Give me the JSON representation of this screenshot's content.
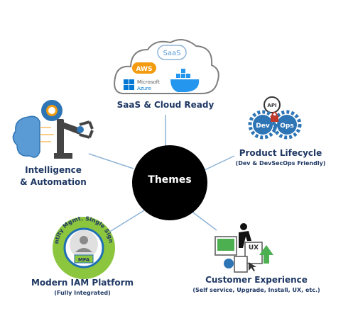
{
  "center": {
    "label": "Themes"
  },
  "themes": {
    "saas": {
      "title": "SaaS & Cloud Ready",
      "cloud": {
        "saas": "SaaS",
        "aws": "AWS",
        "azure_line1": "Microsoft",
        "azure_line2": "Azure"
      }
    },
    "product": {
      "title": "Product Lifecycle",
      "subtitle": "(Dev & DevSecOps Friendly)",
      "gears": {
        "api": "API",
        "dev": "Dev",
        "ops": "Ops"
      }
    },
    "intelligence": {
      "title_line1": "Intelligence",
      "title_line2": "& Automation"
    },
    "iam": {
      "title": "Modern IAM Platform",
      "subtitle": "(Fully Integrated)",
      "badge_arc": "Identity Mgmt. Single Sign On",
      "badge_mfa": "MFA"
    },
    "cx": {
      "title": "Customer Experience",
      "subtitle": "(Self service, Upgrade, Install, UX, etc.)",
      "ux_label": "UX"
    }
  },
  "colors": {
    "title": "#1f3864",
    "connector": "#8fb4d6",
    "center_fill": "#000000",
    "cloud_stroke": "#7f7f7f",
    "aws_orange": "#f39c12",
    "azure_blue": "#0078d4",
    "docker_blue": "#2496ed",
    "gear_blue": "#2e75b6",
    "badge_green": "#8cc63f",
    "badge_ring": "#1f6fb5",
    "arrow_green": "#4caf50"
  }
}
